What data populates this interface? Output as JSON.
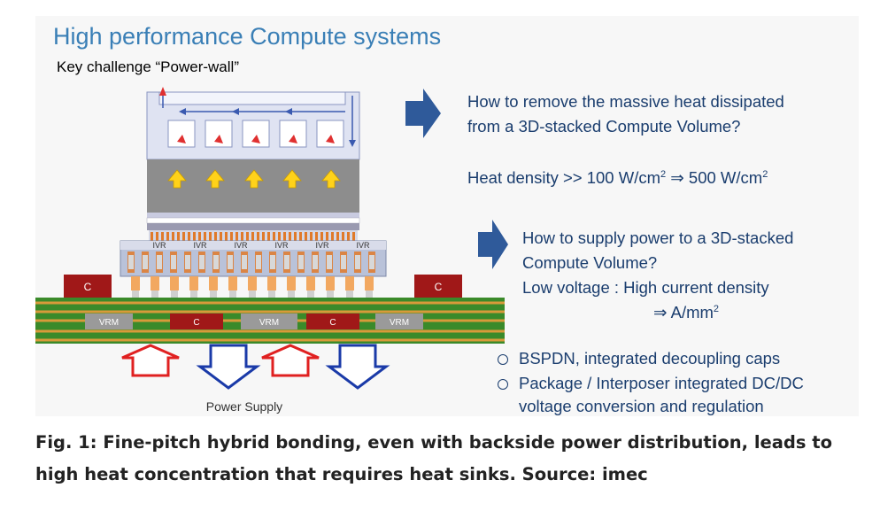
{
  "slide": {
    "title": "High performance Compute systems",
    "subtitle": "Key challenge “Power-wall”",
    "heat_q_line1": "How to remove the massive heat dissipated",
    "heat_q_line2": "from a 3D-stacked Compute Volume?",
    "heat_density_prefix": "Heat density >> 100 W/cm",
    "heat_density_mid": " ⇒ 500 W/cm",
    "superscript_2": "2",
    "power_q_line1": "How to supply power to a  3D-stacked",
    "power_q_line2": "Compute Volume?",
    "power_q_line3": "Low voltage : High current density",
    "power_q_line4": "⇒ A/mm",
    "bullets": [
      "BSPDN, integrated decoupling caps",
      "Package / Interposer integrated DC/DC",
      "voltage conversion and regulation"
    ]
  },
  "diagram": {
    "ivr_label": "IVR",
    "cap_label": "C",
    "vrm_label": "VRM",
    "power_supply_label": "Power Supply"
  },
  "caption": "Fig. 1: Fine-pitch hybrid bonding, even with backside power distribution, leads to high heat concentration that requires heat sinks. Source: imec",
  "colors": {
    "title": "#3a7fb6",
    "text": "#1a3d6e",
    "arrow_right": "#2f5a9a",
    "pcb_green": "#3a8a2a",
    "capacitor": "#a01818",
    "supply_red": "#e02020",
    "supply_blue": "#1a3aa8",
    "heat_yellow": "#ffd21a"
  }
}
